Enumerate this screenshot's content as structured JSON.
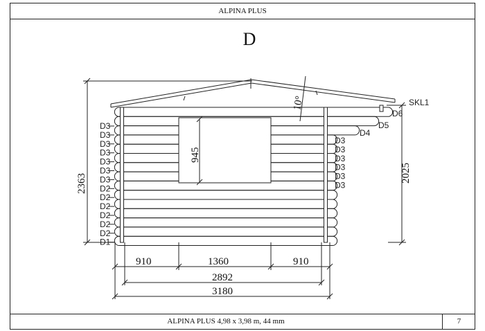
{
  "header": {
    "title": "ALPINA PLUS"
  },
  "view": {
    "letter": "D"
  },
  "drawing": {
    "angle": "10°",
    "skl_label": "SKL1",
    "right_labels": [
      "D6",
      "D5",
      "D4"
    ],
    "left_log_labels": [
      "D3",
      "D3",
      "D3",
      "D3",
      "D3",
      "D3",
      "D3",
      "D2",
      "D2",
      "D2",
      "D2",
      "D2",
      "D2",
      "D1"
    ],
    "right_log_labels": [
      "D3",
      "D3",
      "D3",
      "D3",
      "D3",
      "D3"
    ],
    "dimensions": {
      "total_height": "2363",
      "wall_height": "2025",
      "window_height": "945",
      "seg_left": "910",
      "seg_mid": "1360",
      "seg_right": "910",
      "inner_width": "2892",
      "total_width": "3180"
    }
  },
  "footer": {
    "title": "ALPINA PLUS    4,98 x 3,98 m, 44 mm",
    "page": "7"
  }
}
